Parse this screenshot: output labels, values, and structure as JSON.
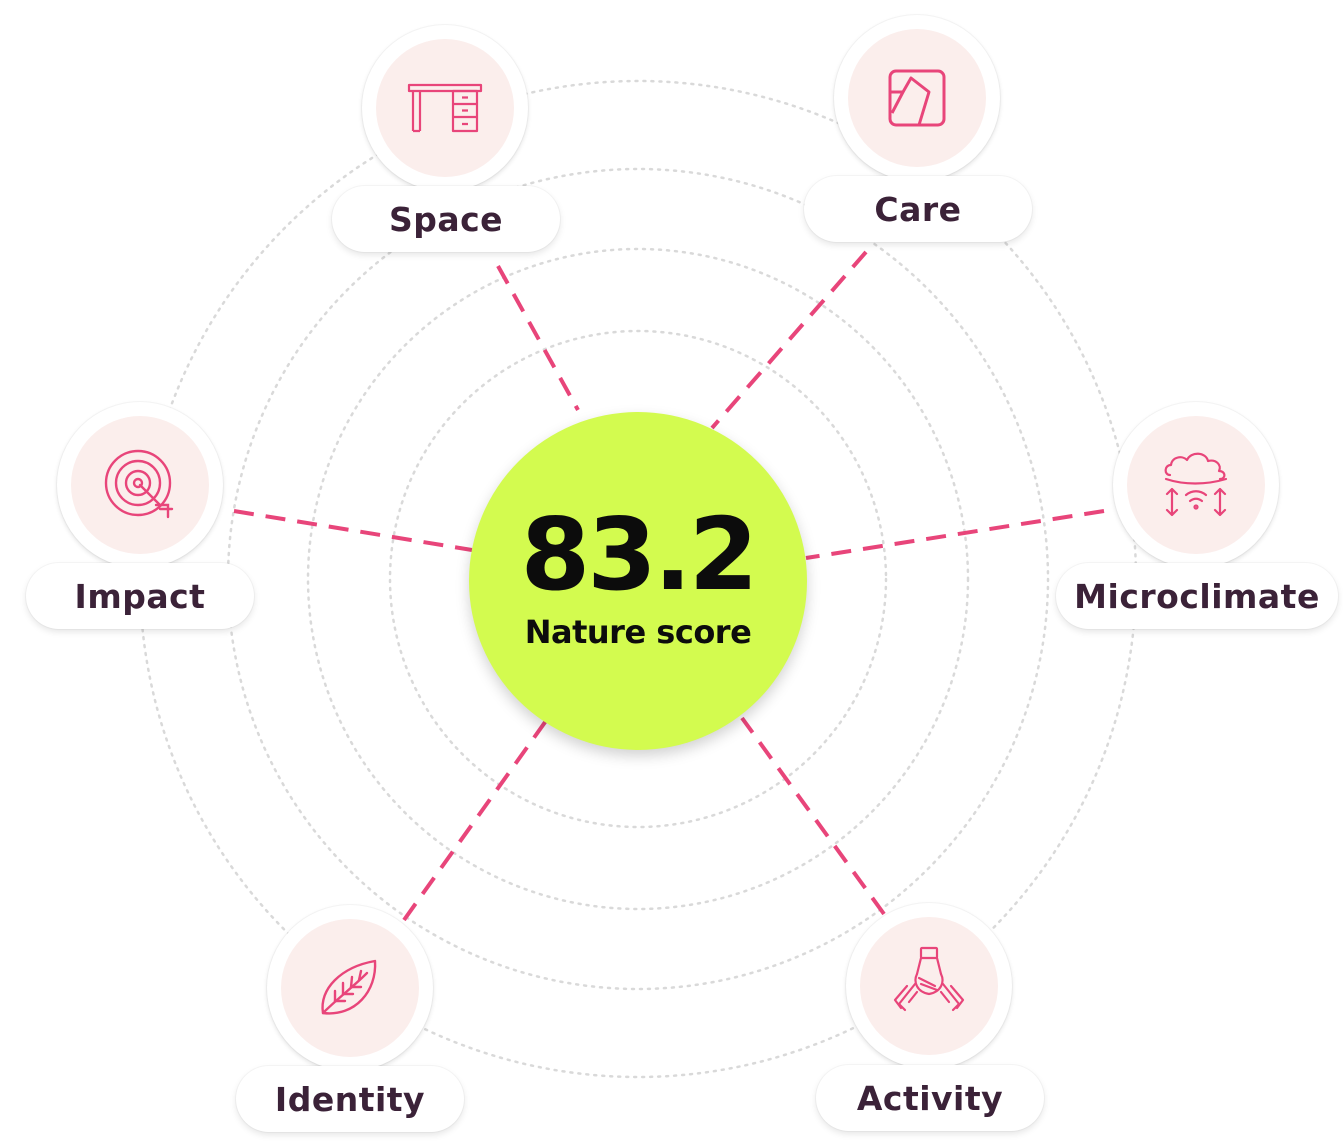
{
  "score": {
    "value": "83.2",
    "label": "Nature score"
  },
  "nodes": [
    {
      "id": "space",
      "label": "Space",
      "icon": "desk-icon"
    },
    {
      "id": "care",
      "label": "Care",
      "icon": "care-square-icon"
    },
    {
      "id": "impact",
      "label": "Impact",
      "icon": "target-icon"
    },
    {
      "id": "microclimate",
      "label": "Microclimate",
      "icon": "cloud-signal-icon"
    },
    {
      "id": "identity",
      "label": "Identity",
      "icon": "leaf-icon"
    },
    {
      "id": "activity",
      "label": "Activity",
      "icon": "hands-together-icon"
    }
  ],
  "colors": {
    "accent": "#e8457a",
    "center": "#d3fb4f",
    "icon_bg": "#fbeeec",
    "label": "#3b2238",
    "ring": "#d9d9d9"
  }
}
